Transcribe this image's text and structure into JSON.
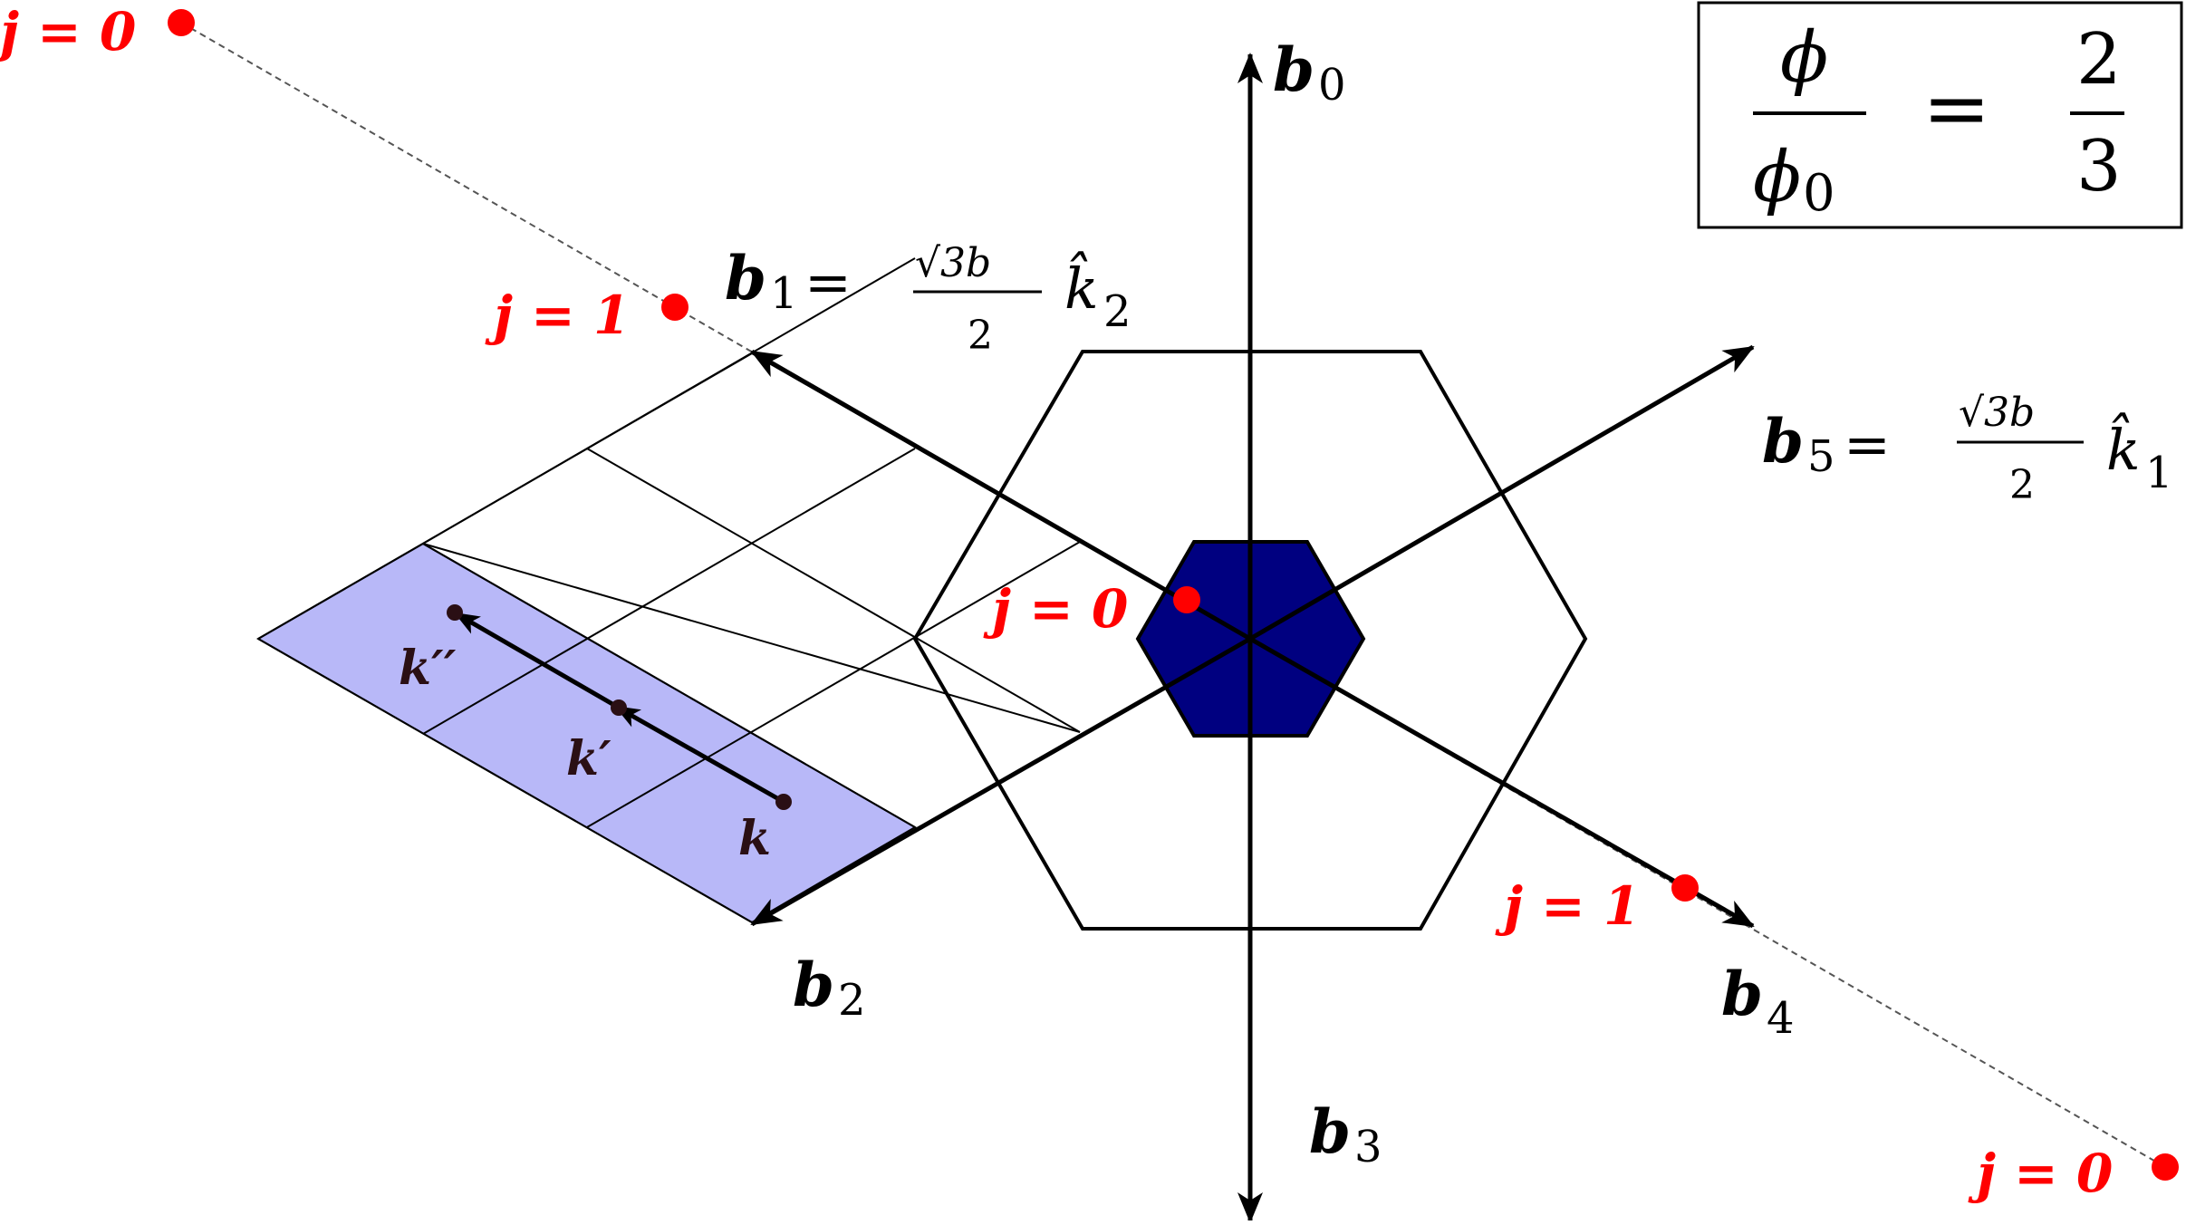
{
  "vectors": {
    "b0": {
      "symbol": "b",
      "sub": "0"
    },
    "b1": {
      "symbol": "b",
      "sub": "1",
      "eq": "=",
      "coef_num": "√3b",
      "coef_den": "2",
      "unit": "k̂",
      "unit_sub": "2"
    },
    "b2": {
      "symbol": "b",
      "sub": "2"
    },
    "b3": {
      "symbol": "b",
      "sub": "3"
    },
    "b4": {
      "symbol": "b",
      "sub": "4"
    },
    "b5": {
      "symbol": "b",
      "sub": "5",
      "eq": "=",
      "coef_num": "√3b",
      "coef_den": "2",
      "unit": "k̂",
      "unit_sub": "1"
    }
  },
  "points": {
    "j_far_upper_left": "j = 0",
    "j_mid_upper": "j = 1",
    "j_center": "j = 0",
    "j_mid_lower": "j = 1",
    "j_far_lower_right": "j = 0"
  },
  "k_points": {
    "k": "k",
    "k_prime": "k′",
    "k_double_prime": "k′′"
  },
  "flux_box": {
    "numerator": "ϕ",
    "denominator_symbol": "ϕ",
    "denominator_sub": "0",
    "equals": "=",
    "value_num": "2",
    "value_den": "3"
  },
  "colors": {
    "points": "#ff0000",
    "small_hexagon": "#000080",
    "shaded_region": "#b8b8f8",
    "k_points": "#2a0f14"
  }
}
